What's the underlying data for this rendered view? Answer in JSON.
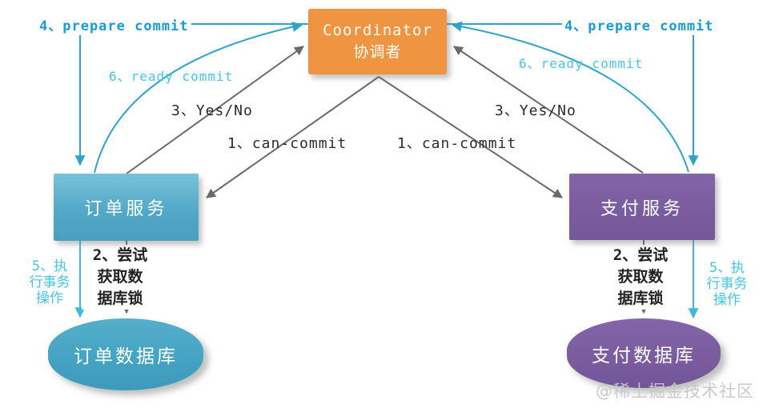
{
  "nodes": {
    "coordinator": {
      "title": "Coordinator",
      "subtitle": "协调者"
    },
    "order_service": {
      "label": "订单服务"
    },
    "payment_service": {
      "label": "支付服务"
    },
    "order_db": {
      "label": "订单数据库"
    },
    "payment_db": {
      "label": "支付数据库"
    }
  },
  "edges": {
    "left": {
      "prepare": "4、prepare commit",
      "ready": "6、ready commit",
      "yes_no": "3、Yes/No",
      "can_commit": "1、can-commit",
      "lock": "2、尝试\n获取数\n据库锁",
      "exec": "5、执\n行事务\n操作"
    },
    "right": {
      "prepare": "4、prepare commit",
      "ready": "6、ready commit",
      "yes_no": "3、Yes/No",
      "can_commit": "1、can-commit",
      "lock": "2、尝试\n获取数\n据库锁",
      "exec": "5、执\n行事务\n操作"
    }
  },
  "watermark": "@稀土掘金技术社区",
  "colors": {
    "coordinator_fill": "#EF9440",
    "order_service_fill": "#53A8C7",
    "payment_service_fill": "#7A5C9E",
    "order_db_fill": "#45A3C3",
    "payment_db_fill": "#7A5C9E",
    "cyan_line": "#2FA3CC",
    "cyan_light_line": "#3FB9DF",
    "cyan_text_dark": "#1B9AD6",
    "cyan_text_light": "#47C4EC",
    "gray_line": "#6A6A6A",
    "dark_text": "#2B2B2B",
    "watermark_gray": "#C7C7C7"
  }
}
